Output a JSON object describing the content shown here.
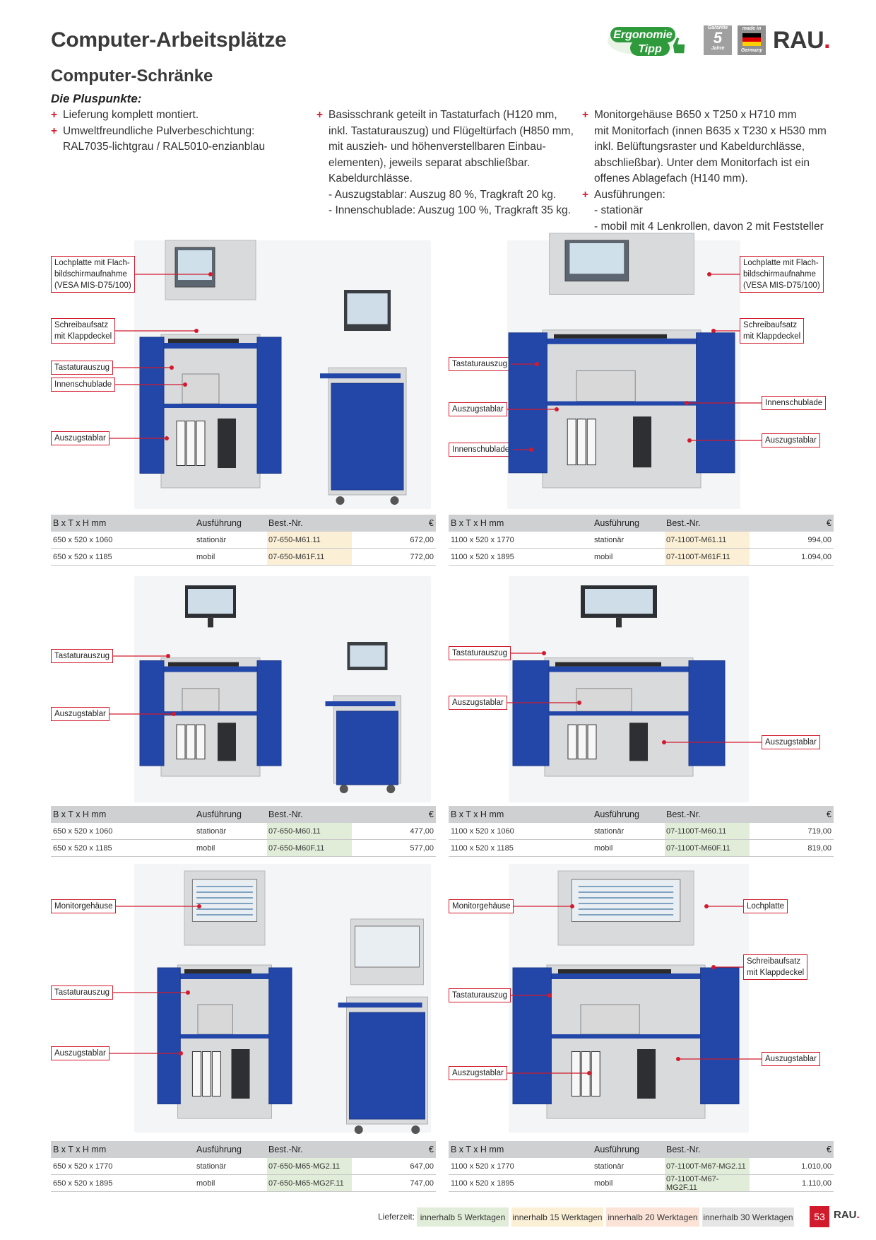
{
  "header": {
    "title": "Computer-Arbeitsplätze",
    "subtitle": "Computer-Schränke",
    "pluspunkte_title": "Die Pluspunkte:",
    "ergo_line1": "Ergonomie",
    "ergo_line2": "Tipp",
    "guarantee_top": "Garantie",
    "guarantee_num": "5",
    "guarantee_bottom": "Jahre",
    "made_top": "made in",
    "made_bottom": "Germany",
    "brand": "RAU",
    "brand_dot": ".",
    "colors": {
      "accent_red": "#d21a2d",
      "enzianblau": "#2347a8",
      "lichtgrau": "#d9dadc"
    }
  },
  "features": {
    "col1": {
      "items": [
        "Lieferung komplett montiert.",
        "Umweltfreundliche Pulverbeschichtung:"
      ],
      "sub": [
        "RAL7035-lichtgrau / RAL5010-enzianblau"
      ]
    },
    "col2": {
      "items": [
        "Basisschrank geteilt in Tastaturfach (H120 mm,"
      ],
      "sub": [
        "inkl. Tastaturauszug) und Flügeltürfach (H850 mm,",
        "mit auszieh- und höhenverstellbaren Einbau-",
        "elementen), jeweils separat abschließbar.",
        "Kabeldurchlässe.",
        "- Auszugstablar: Auszug 80 %, Tragkraft 20 kg.",
        "- Innenschublade: Auszug 100 %, Tragkraft 35 kg."
      ]
    },
    "col3": {
      "item1": "Monitorgehäuse B650 x T250 x H710 mm",
      "sub1": [
        "mit Monitorfach (innen B635 x T230 x H530 mm",
        "inkl. Belüftungsraster und Kabeldurchlässe,",
        "abschließbar). Unter dem Monitorfach ist ein",
        "offenes Ablagefach (H140 mm)."
      ],
      "item2": "Ausführungen:",
      "sub2": [
        "- stationär",
        "- mobil mit 4 Lenkrollen, davon 2 mit Feststeller"
      ]
    }
  },
  "table_header": {
    "dims": "B x T x H mm",
    "variant": "Ausführung",
    "order": "Best.-Nr.",
    "price": "€"
  },
  "panels": [
    {
      "callouts": [
        "Lochplatte mit Flach-\nbildschirmaufnahme\n(VESA MIS-D75/100)",
        "Schreibaufsatz\nmit Klappdeckel",
        "Tastaturauszug",
        "Innenschublade",
        "Auszugstablar"
      ],
      "rows": [
        {
          "dims": "650 x 520 x 1060",
          "variant": "stationär",
          "order": "07-650-M61.11",
          "price": "672,00"
        },
        {
          "dims": "650 x 520 x 1185",
          "variant": "mobil",
          "order": "07-650-M61F.11",
          "price": "772,00"
        }
      ]
    },
    {
      "callouts": [
        "Lochplatte mit Flach-\nbildschirmaufnahme\n(VESA MIS-D75/100)",
        "Schreibaufsatz\nmit Klappdeckel",
        "Tastaturauszug",
        "Innenschublade",
        "Auszugstablar",
        "Auszugstablar",
        "Innenschublade"
      ],
      "rows": [
        {
          "dims": "1100 x 520 x 1770",
          "variant": "stationär",
          "order": "07-1100T-M61.11",
          "price": "994,00"
        },
        {
          "dims": "1100 x 520 x 1895",
          "variant": "mobil",
          "order": "07-1100T-M61F.11",
          "price": "1.094,00"
        }
      ]
    },
    {
      "callouts": [
        "Tastaturauszug",
        "Auszugstablar"
      ],
      "rows": [
        {
          "dims": "650 x 520 x 1060",
          "variant": "stationär",
          "order": "07-650-M60.11",
          "price": "477,00"
        },
        {
          "dims": "650 x 520 x 1185",
          "variant": "mobil",
          "order": "07-650-M60F.11",
          "price": "577,00"
        }
      ]
    },
    {
      "callouts": [
        "Tastaturauszug",
        "Auszugstablar",
        "Auszugstablar"
      ],
      "rows": [
        {
          "dims": "1100 x 520 x 1060",
          "variant": "stationär",
          "order": "07-1100T-M60.11",
          "price": "719,00"
        },
        {
          "dims": "1100 x 520 x 1185",
          "variant": "mobil",
          "order": "07-1100T-M60F.11",
          "price": "819,00"
        }
      ]
    },
    {
      "callouts": [
        "Monitorgehäuse",
        "Tastaturauszug",
        "Auszugstablar"
      ],
      "rows": [
        {
          "dims": "650 x 520 x 1770",
          "variant": "stationär",
          "order": "07-650-M65-MG2.11",
          "price": "647,00"
        },
        {
          "dims": "650 x 520 x 1895",
          "variant": "mobil",
          "order": "07-650-M65-MG2F.11",
          "price": "747,00"
        }
      ]
    },
    {
      "callouts": [
        "Monitorgehäuse",
        "Lochplatte",
        "Schreibaufsatz\nmit Klappdeckel",
        "Tastaturauszug",
        "Auszugstablar",
        "Auszugstablar"
      ],
      "rows": [
        {
          "dims": "1100 x 520 x 1770",
          "variant": "stationär",
          "order": "07-1100T-M67-MG2.11",
          "price": "1.010,00"
        },
        {
          "dims": "1100 x 520 x 1895",
          "variant": "mobil",
          "order": "07-1100T-M67-MG2F.11",
          "price": "1.110,00"
        }
      ]
    }
  ],
  "footer": {
    "label": "Lieferzeit:",
    "chips": [
      {
        "text": "innerhalb 5 Werktagen",
        "color": "#e2edd9"
      },
      {
        "text": "innerhalb 15 Werktagen",
        "color": "#fbf0d6"
      },
      {
        "text": "innerhalb 20 Werktagen",
        "color": "#fbe3d8"
      },
      {
        "text": "innerhalb 30 Werktagen",
        "color": "#e6e6e6"
      }
    ],
    "page": "53",
    "brand": "RAU",
    "brand_dot": "."
  }
}
